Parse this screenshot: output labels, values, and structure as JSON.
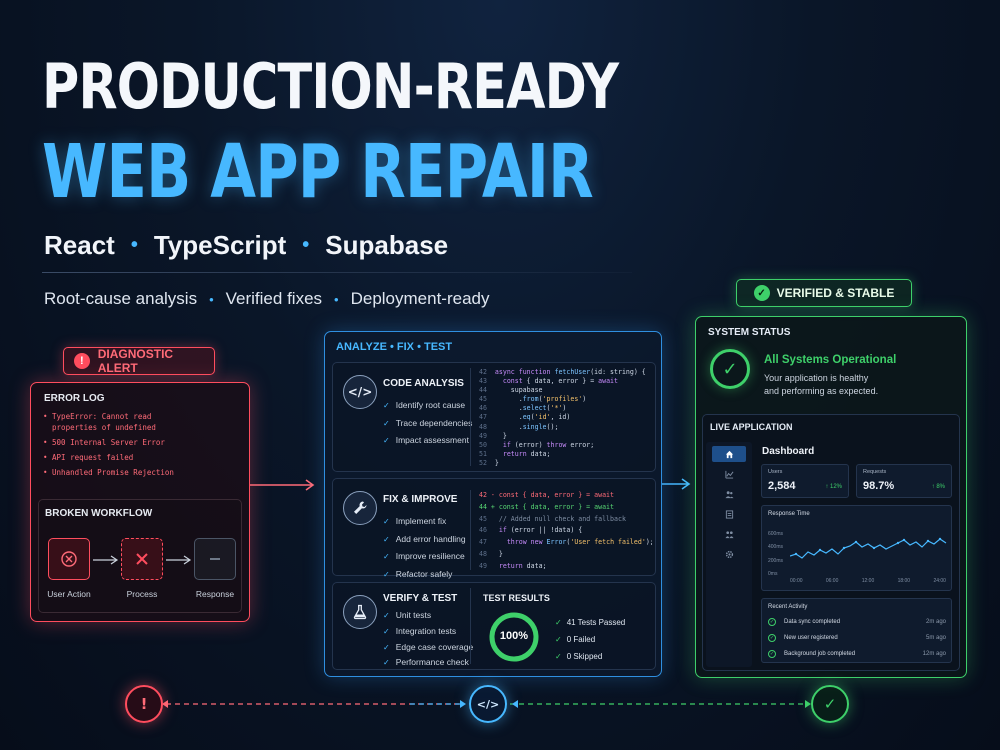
{
  "header": {
    "title_line1": "PRODUCTION-READY",
    "title_line2": "WEB APP REPAIR",
    "tech": [
      "React",
      "TypeScript",
      "Supabase"
    ],
    "features": [
      "Root-cause analysis",
      "Verified fixes",
      "Deployment-ready"
    ],
    "separator": "•"
  },
  "diagnostic": {
    "badge": "DIAGNOSTIC ALERT",
    "error_log_title": "ERROR LOG",
    "errors": [
      "• TypeError: Cannot read",
      "  properties of undefined",
      "• 500 Internal Server Error",
      "• API request failed",
      "• Unhandled Promise Rejection"
    ],
    "workflow_title": "BROKEN WORKFLOW",
    "workflow_nodes": [
      "User Action",
      "Process",
      "Response"
    ]
  },
  "middle": {
    "header": "ANALYZE • FIX • TEST",
    "code_analysis": {
      "title": "CODE ANALYSIS",
      "items": [
        "Identify root cause",
        "Trace dependencies",
        "Impact assessment"
      ]
    },
    "fix_improve": {
      "title": "FIX & IMPROVE",
      "items": [
        "Implement fix",
        "Add error handling",
        "Improve resilience",
        "Refactor safely"
      ]
    },
    "verify_test": {
      "title": "VERIFY & TEST",
      "items": [
        "Unit tests",
        "Integration tests",
        "Edge case coverage",
        "Performance check"
      ]
    },
    "test_results": {
      "title": "TEST RESULTS",
      "percent": "100%",
      "percent_value": 100,
      "passed": "41 Tests Passed",
      "failed": "0 Failed",
      "skipped": "0 Skipped"
    }
  },
  "right": {
    "badge": "VERIFIED & STABLE",
    "system_status_title": "SYSTEM STATUS",
    "status_headline": "All Systems Operational",
    "status_desc_line1": "Your application is healthy",
    "status_desc_line2": "and performing as expected.",
    "live_app_title": "LIVE APPLICATION",
    "dashboard_title": "Dashboard",
    "stats": [
      {
        "label": "Users",
        "value": "2,584",
        "delta": "↑ 12%"
      },
      {
        "label": "Requests",
        "value": "98.7%",
        "delta": "↑ 8%"
      }
    ],
    "response_time": {
      "title": "Response Time",
      "y_ticks": [
        "600ms",
        "400ms",
        "200ms",
        "0ms"
      ],
      "x_ticks": [
        "00:00",
        "06:00",
        "12:00",
        "18:00",
        "24:00"
      ]
    },
    "recent_activity": {
      "title": "Recent Activity",
      "rows": [
        {
          "text": "Data sync completed",
          "time": "2m ago"
        },
        {
          "text": "New user registered",
          "time": "5m ago"
        },
        {
          "text": "Background job completed",
          "time": "12m ago"
        }
      ]
    }
  },
  "colors": {
    "accent_blue": "#47b8ff",
    "alert_red": "#ff4d5e",
    "success_green": "#3ed06a"
  },
  "icons": {
    "alert": "exclamation-icon",
    "code": "code-icon",
    "wrench": "wrench-icon",
    "flask": "flask-icon",
    "check": "check-icon"
  }
}
